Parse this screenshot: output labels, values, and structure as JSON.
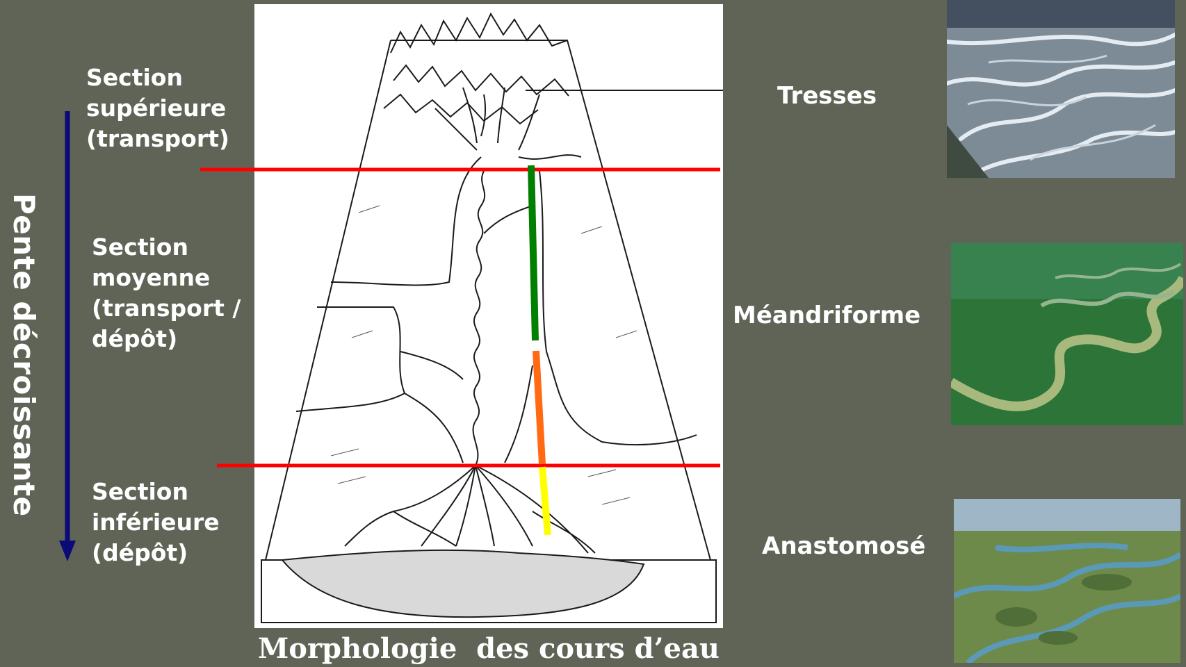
{
  "vertical_title": "Pente décroissante",
  "sections": {
    "upper": "Section\nsupérieure\n(transport)",
    "middle": "Section\nmoyenne\n(transport /\ndépôt)",
    "lower": "Section\ninférieure\n(dépôt)"
  },
  "river_types": {
    "braided": "Tresses",
    "meandering": "Méandriforme",
    "anastomosed": "Anastomosé"
  },
  "caption": "Morphologie  des cours d’eau",
  "colors": {
    "background": "#5f6456",
    "arrow": "#0a0a78",
    "section_boundary": "#ff0000",
    "segment_braided": "#008000",
    "segment_meandering": "#ff6a13",
    "segment_anastomosed": "#ffff00"
  }
}
